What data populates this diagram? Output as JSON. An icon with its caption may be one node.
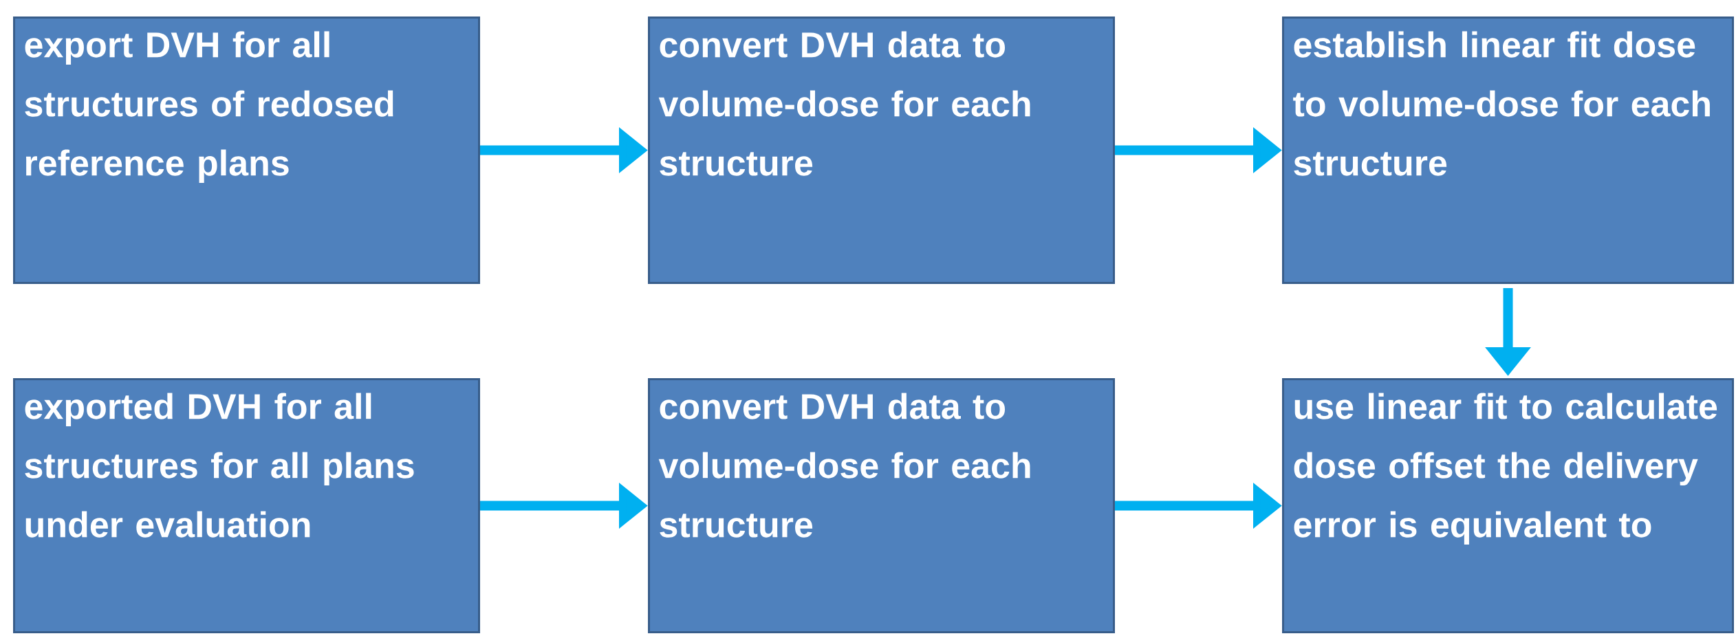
{
  "diagram": {
    "nodes": [
      {
        "text": [
          "export DVH for all structures of redosed reference plans"
        ]
      },
      {
        "text": [
          "convert DVH data to volume-dose for each structure"
        ]
      },
      {
        "text": [
          "establish linear fit dose to volume-dose for each structure"
        ]
      },
      {
        "text": [
          "exported DVH for all structures for all plans under evaluation"
        ]
      },
      {
        "text": [
          "convert DVH data to volume-dose for each structure"
        ]
      },
      {
        "text": [
          "use linear fit to calculate dose offset the delivery error is equivalent to"
        ]
      }
    ],
    "edges": [
      {
        "from": 0,
        "to": 1,
        "arrow": "to"
      },
      {
        "from": 1,
        "to": 2,
        "arrow": "to"
      },
      {
        "from": 2,
        "to": 5,
        "arrow": "to"
      },
      {
        "from": 3,
        "to": 4,
        "arrow": "to"
      },
      {
        "from": 4,
        "to": 5,
        "arrow": "to"
      }
    ]
  }
}
